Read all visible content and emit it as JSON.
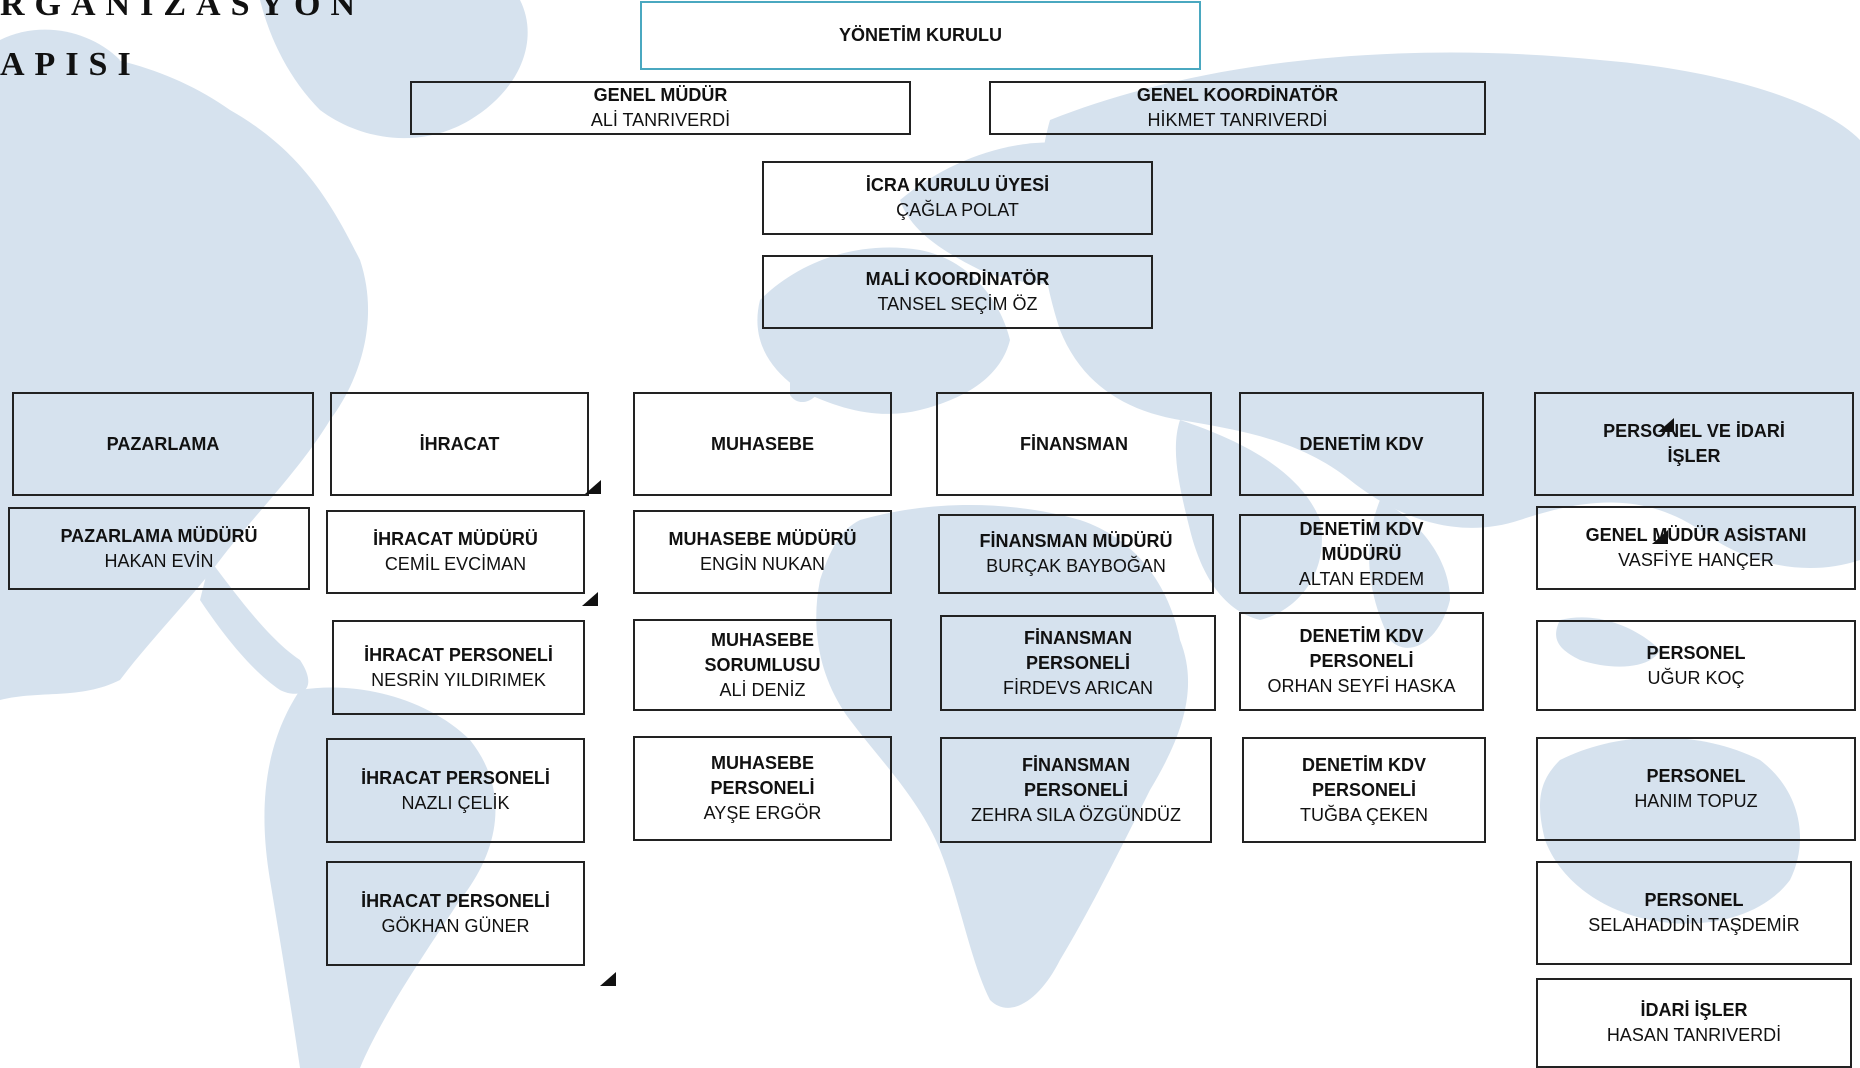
{
  "title_line1": "RGANİZASYON",
  "title_line2": "APISI",
  "colors": {
    "map": "#d6e2ee",
    "border": "#222222",
    "top_border": "#4aa8c0"
  },
  "top": {
    "title": "YÖNETİM KURULU"
  },
  "gm": {
    "title": "GENEL MÜDÜR",
    "name": "ALİ TANRIVERDİ"
  },
  "gk": {
    "title": "GENEL KOORDİNATÖR",
    "name": "HİKMET TANRIVERDİ"
  },
  "icra": {
    "title": "İCRA KURULU ÜYESİ",
    "name": "ÇAĞLA POLAT"
  },
  "mali": {
    "title": "MALİ KOORDİNATÖR",
    "name": "TANSEL SEÇİM ÖZ"
  },
  "departments": {
    "pazarlama": "PAZARLAMA",
    "ihracat": "İHRACAT",
    "muhasebe": "MUHASEBE",
    "finansman": "FİNANSMAN",
    "denetim": "DENETİM KDV",
    "personel": "PERSONEL VE İDARİ İŞLER"
  },
  "pazarlama_staff": [
    {
      "title": "PAZARLAMA MÜDÜRÜ",
      "name": "HAKAN EVİN"
    }
  ],
  "ihracat_staff": [
    {
      "title": "İHRACAT MÜDÜRÜ",
      "name": "CEMİL EVCİMAN"
    },
    {
      "title": "İHRACAT PERSONELİ",
      "name": "NESRİN YILDIRIMEK"
    },
    {
      "title": "İHRACAT PERSONELİ",
      "name": "NAZLI ÇELİK"
    },
    {
      "title": "İHRACAT PERSONELİ",
      "name": "GÖKHAN GÜNER"
    }
  ],
  "muhasebe_staff": [
    {
      "title": "MUHASEBE MÜDÜRÜ",
      "name": "ENGİN NUKAN"
    },
    {
      "title": "MUHASEBE SORUMLUSU",
      "name": "ALİ DENİZ"
    },
    {
      "title": "MUHASEBE PERSONELİ",
      "name": "AYŞE ERGÖR"
    }
  ],
  "finansman_staff": [
    {
      "title": "FİNANSMAN MÜDÜRÜ",
      "name": "BURÇAK BAYBOĞAN"
    },
    {
      "title": "FİNANSMAN PERSONELİ",
      "name": "FİRDEVS ARICAN"
    },
    {
      "title": "FİNANSMAN PERSONELİ",
      "name": "ZEHRA SILA ÖZGÜNDÜZ"
    }
  ],
  "denetim_staff": [
    {
      "title": "DENETİM KDV MÜDÜRÜ",
      "name": "ALTAN ERDEM"
    },
    {
      "title": "DENETİM KDV PERSONELİ",
      "name": "ORHAN SEYFİ HASKA"
    },
    {
      "title": "DENETİM KDV PERSONELİ",
      "name": "TUĞBA ÇEKEN"
    }
  ],
  "personel_staff": [
    {
      "title": "GENEL MÜDÜR ASİSTANI",
      "name": "VASFİYE HANÇER"
    },
    {
      "title": "PERSONEL",
      "name": "UĞUR KOÇ"
    },
    {
      "title": "PERSONEL",
      "name": "HANIM TOPUZ"
    },
    {
      "title": "PERSONEL",
      "name": "SELAHADDİN TAŞDEMİR"
    },
    {
      "title": "İDARİ İŞLER",
      "name": "HASAN TANRIVERDİ"
    }
  ]
}
